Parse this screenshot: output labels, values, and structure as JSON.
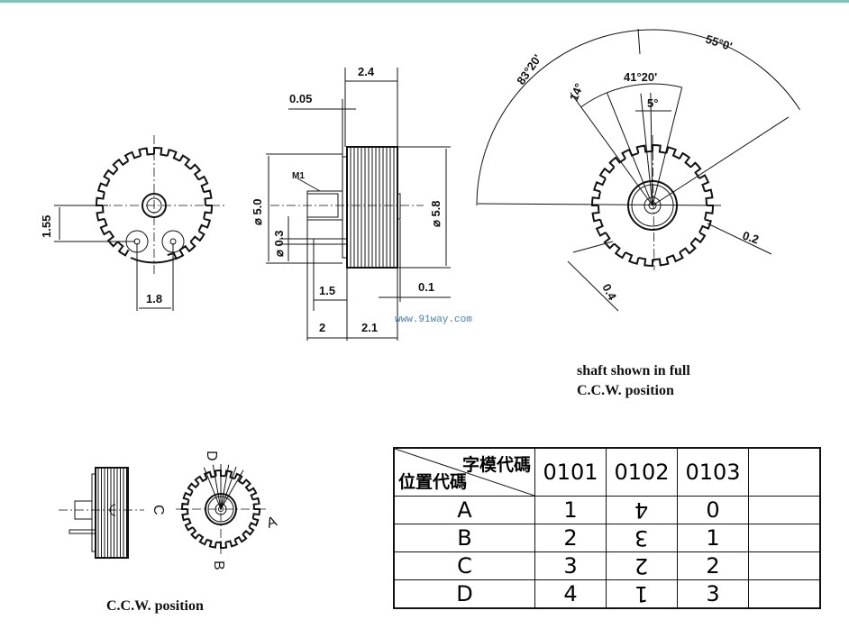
{
  "dimensions": {
    "front_1_55": "1.55",
    "front_1_8": "1.8",
    "side_2_4": "2.4",
    "side_0_05": "0.05",
    "side_m1": "M1",
    "side_dia_5_0": "⌀ 5.0",
    "side_dia_0_3": "⌀ 0.3",
    "side_dia_5_8": "⌀ 5.8",
    "side_1_5": "1.5",
    "side_0_1": "0.1",
    "side_2": "2",
    "side_2_1": "2.1",
    "angle_83_20": "83°20'",
    "angle_55_0": "55°0'",
    "angle_41_20": "41°20'",
    "angle_14": "14°",
    "angle_5": "5°",
    "tooth_0_2": "0.2",
    "tooth_0_4": "0.4"
  },
  "watermark": "www.91way.com",
  "notes": {
    "shaft_line1": "shaft shown in full",
    "shaft_line2": "C.C.W. position",
    "bottom_caption": "C.C.W. position"
  },
  "position_labels": {
    "a": "A",
    "b": "B",
    "c": "C",
    "d": "D"
  },
  "table": {
    "header_top": "字模代碼",
    "header_bottom": "位置代碼",
    "columns": [
      "0101",
      "0102",
      "0103",
      ""
    ],
    "rows": [
      {
        "pos": "A",
        "values": [
          "1",
          "4",
          "0",
          ""
        ]
      },
      {
        "pos": "B",
        "values": [
          "2",
          "3",
          "1",
          ""
        ]
      },
      {
        "pos": "C",
        "values": [
          "3",
          "2",
          "2",
          ""
        ]
      },
      {
        "pos": "D",
        "values": [
          "4",
          "1",
          "3",
          ""
        ]
      }
    ],
    "flipped_column": 1
  }
}
